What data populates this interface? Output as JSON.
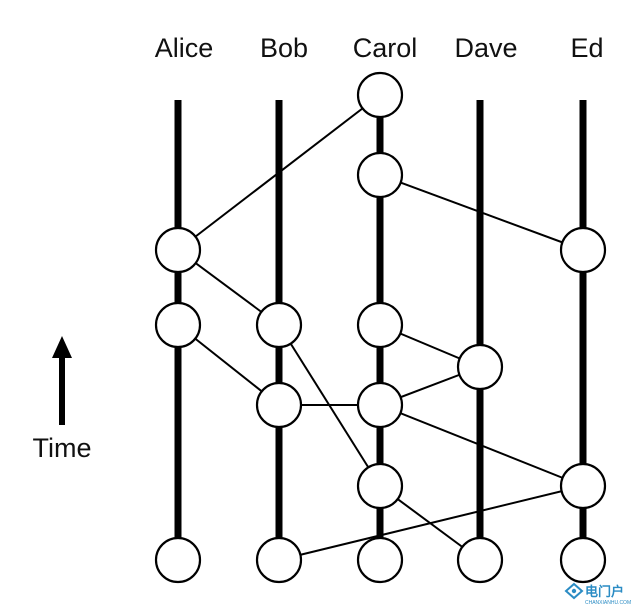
{
  "diagram": {
    "participants": [
      "Alice",
      "Bob",
      "Carol",
      "Dave",
      "Ed"
    ],
    "axis_label": "Time",
    "events": [
      {
        "id": "c1",
        "lane": "Carol"
      },
      {
        "id": "c2",
        "lane": "Carol"
      },
      {
        "id": "a1",
        "lane": "Alice"
      },
      {
        "id": "e1",
        "lane": "Ed"
      },
      {
        "id": "a2",
        "lane": "Alice"
      },
      {
        "id": "b1",
        "lane": "Bob"
      },
      {
        "id": "c3",
        "lane": "Carol"
      },
      {
        "id": "d1",
        "lane": "Dave"
      },
      {
        "id": "b2",
        "lane": "Bob"
      },
      {
        "id": "c4",
        "lane": "Carol"
      },
      {
        "id": "c5",
        "lane": "Carol"
      },
      {
        "id": "e2",
        "lane": "Ed"
      },
      {
        "id": "a0",
        "lane": "Alice"
      },
      {
        "id": "b0",
        "lane": "Bob"
      },
      {
        "id": "c0",
        "lane": "Carol"
      },
      {
        "id": "d0",
        "lane": "Dave"
      },
      {
        "id": "e0",
        "lane": "Ed"
      }
    ],
    "edges": [
      [
        "a1",
        "c1"
      ],
      [
        "c2",
        "e1"
      ],
      [
        "a1",
        "b1"
      ],
      [
        "a2",
        "b2"
      ],
      [
        "b1",
        "c5"
      ],
      [
        "c3",
        "d1"
      ],
      [
        "c4",
        "d1"
      ],
      [
        "b2",
        "c4"
      ],
      [
        "c4",
        "e2"
      ],
      [
        "e2",
        "b0"
      ],
      [
        "c5",
        "d0"
      ]
    ]
  },
  "watermark": {
    "logo_text": "电门户",
    "logo_subtext": "CHANXIANHU.COM"
  }
}
